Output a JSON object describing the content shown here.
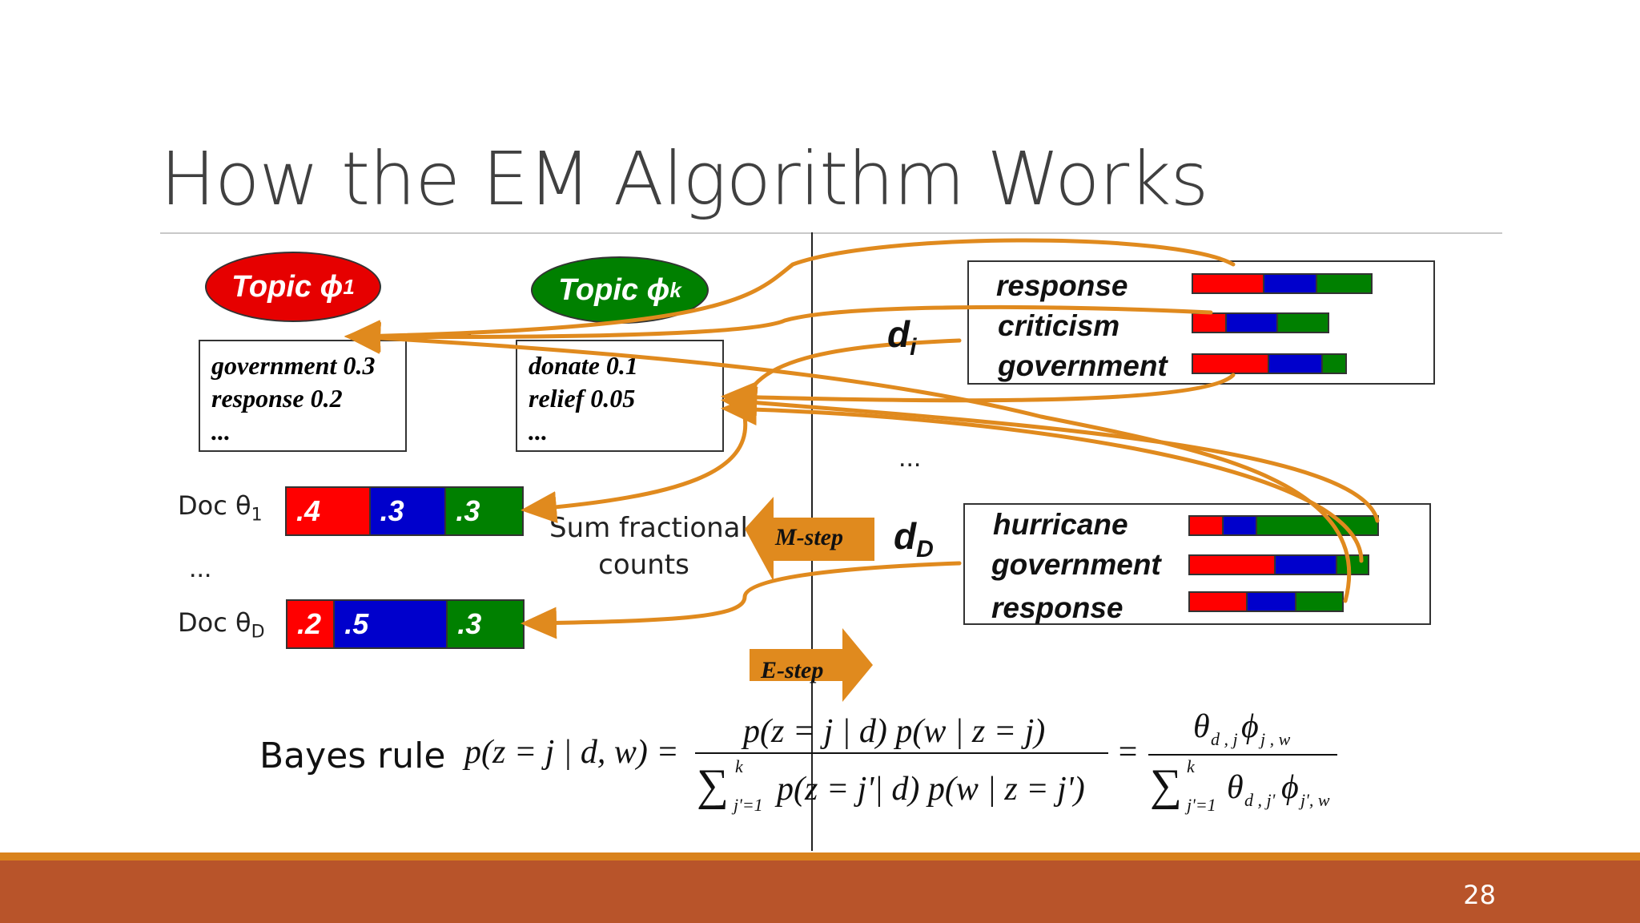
{
  "slide": {
    "title": "How the EM Algorithm Works",
    "page_number": "28"
  },
  "topics": [
    {
      "name": "Topic ϕ",
      "sub": "1",
      "color": "#e60000",
      "words": [
        "government 0.3",
        "response  0.2",
        "..."
      ]
    },
    {
      "name": "Topic ϕ",
      "sub": "k",
      "color": "#008000",
      "words": [
        "donate  0.1",
        "relief 0.05",
        "..."
      ]
    }
  ],
  "topic_ellipsis": "...",
  "docs": [
    {
      "label": "Doc θ",
      "sub": "1",
      "values": [
        0.4,
        0.3,
        0.3
      ],
      "labels": [
        ".4",
        ".3",
        ".3"
      ]
    },
    {
      "label": "Doc θ",
      "sub": "D",
      "values": [
        0.2,
        0.5,
        0.3
      ],
      "labels": [
        ".2",
        ".5",
        ".3"
      ]
    }
  ],
  "docs_ellipsis": "...",
  "segment_colors": [
    "#ff0000",
    "#0000cc",
    "#008000"
  ],
  "documents": [
    {
      "label": "d",
      "sub": "i",
      "words": [
        {
          "text": "response",
          "shares": [
            0.4,
            0.3,
            0.3
          ]
        },
        {
          "text": "criticism",
          "shares": [
            0.25,
            0.38,
            0.37
          ]
        },
        {
          "text": "government",
          "shares": [
            0.5,
            0.35,
            0.15
          ]
        }
      ]
    },
    {
      "label": "d",
      "sub": "D",
      "words": [
        {
          "text": "hurricane",
          "shares": [
            0.18,
            0.18,
            0.64
          ]
        },
        {
          "text": "government",
          "shares": [
            0.48,
            0.35,
            0.17
          ]
        },
        {
          "text": "response",
          "shares": [
            0.38,
            0.32,
            0.3
          ]
        }
      ]
    }
  ],
  "documents_ellipsis": "...",
  "sum_fractional_counts": [
    "Sum fractional",
    "counts"
  ],
  "m_step": "M-step",
  "e_step": "E-step",
  "bayes_rule": "Bayes rule",
  "accent_color": "#e08a1e"
}
